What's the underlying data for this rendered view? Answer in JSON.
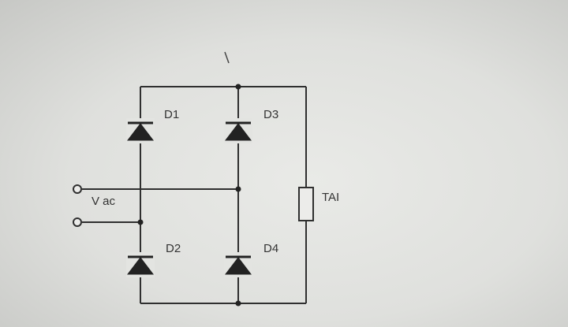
{
  "diagram": {
    "labels": {
      "d1": "D1",
      "d2": "D2",
      "d3": "D3",
      "d4": "D4",
      "source": "V ac",
      "load": "TAI"
    }
  }
}
